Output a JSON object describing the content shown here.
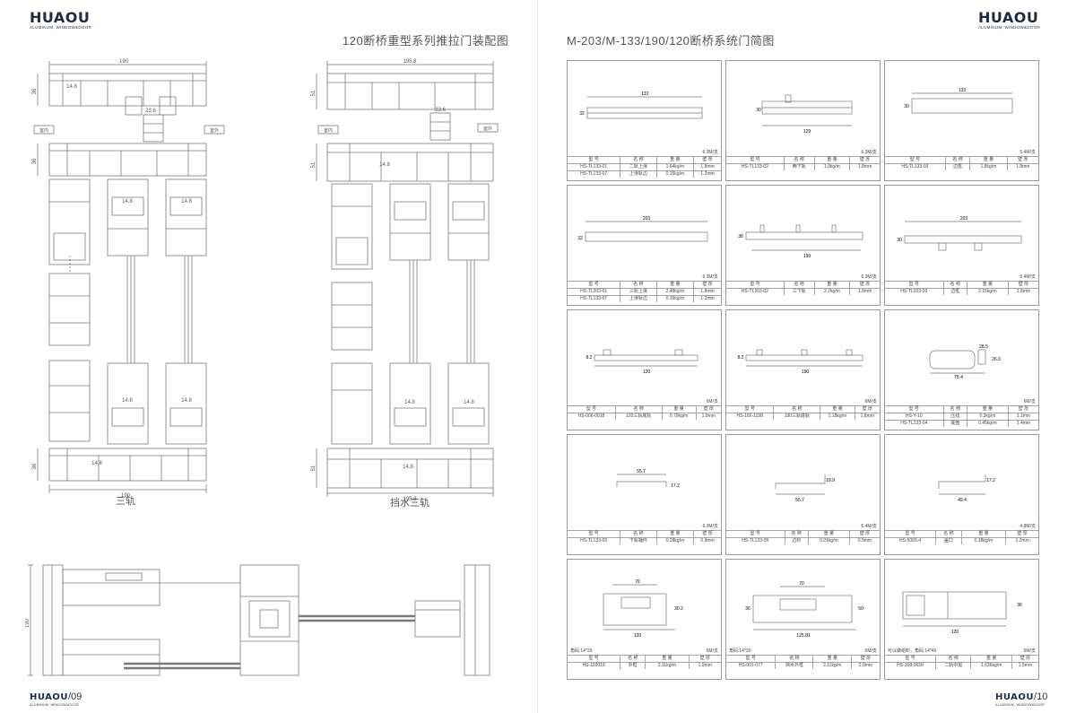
{
  "brand": {
    "name": "HUAOU",
    "tagline": "ALUMINUM, WINDOW&DOOR"
  },
  "left_page": {
    "title": "120断桥重型系列推拉门装配图",
    "page_number": "/09",
    "drawing_a": {
      "top_width": "190",
      "bottom_width": "190",
      "height_top": "36",
      "height_mid": "36",
      "height_bottom": "36",
      "dim_14_8": "14.8",
      "dim_23_6": "23.6",
      "indoor": "室内",
      "outdoor": "室外",
      "caption": "三轨"
    },
    "drawing_b": {
      "top_width": "195.8",
      "bottom_width": "195.8",
      "height_top": "51",
      "height_mid": "51",
      "height_bottom": "51",
      "dim_14_8": "14.8",
      "dim_23_6": "23.6",
      "indoor": "室内",
      "outdoor": "室外",
      "caption": "挡水三轨"
    },
    "drawing_c": {
      "height": "190"
    }
  },
  "right_page": {
    "title": "M-203/M-133/190/120断桥系统门简图",
    "page_number": "/10",
    "headers": [
      "型 号",
      "名 称",
      "重 量",
      "壁 厚"
    ],
    "profiles": [
      {
        "dims": [
          "133",
          "32"
        ],
        "unit": "6.3M/支",
        "note": "",
        "rows": [
          [
            "HS-TL133-01",
            "二轨上滑",
            "1.64kg/m",
            "1.8mm"
          ],
          [
            "HS-TL133-07",
            "上滑轨边",
            "0.15kg/m",
            "1.2mm"
          ]
        ]
      },
      {
        "dims": [
          "30",
          "129"
        ],
        "unit": "6.3M/支",
        "note": "",
        "rows": [
          [
            "HS-TL133-02",
            "两下轨",
            "1.9kg/m",
            "1.8mm"
          ]
        ]
      },
      {
        "dims": [
          "133",
          "30"
        ],
        "unit": "5.4M/支",
        "note": "",
        "rows": [
          [
            "HS-TL133-03",
            "边框",
            "1.8kg/m",
            "1.8mm"
          ]
        ]
      },
      {
        "dims": [
          "203",
          "32"
        ],
        "unit": "6.3M/支",
        "note": "",
        "rows": [
          [
            "HS-TL203-01",
            "三轨上滑",
            "2.48kg/m",
            "1.8mm"
          ],
          [
            "HS-TL133-07",
            "上滑轨边",
            "0.15kg/m",
            "1.2mm"
          ]
        ]
      },
      {
        "dims": [
          "38",
          "199"
        ],
        "unit": "6.3M/支",
        "note": "",
        "rows": [
          [
            "HS-TL203-02",
            "三下轨",
            "2.7kg/m",
            "1.8mm"
          ]
        ]
      },
      {
        "dims": [
          "203",
          "30"
        ],
        "unit": "5.4M/支",
        "note": "",
        "rows": [
          [
            "HS-TL203-03",
            "边框",
            "3.15kg/m",
            "1.8mm"
          ]
        ]
      },
      {
        "dims": [
          "8.2",
          "120"
        ],
        "unit": "6M/支",
        "note": "",
        "rows": [
          [
            "HS-006-0018",
            "120三轨底轨",
            "0.79kg/m",
            "1.8mm"
          ]
        ]
      },
      {
        "dims": [
          "8.2",
          "190"
        ],
        "unit": "6M/支",
        "note": "",
        "rows": [
          [
            "HS-166-1198",
            "190三轨底轨",
            "1.18kg/m",
            "1.8mm"
          ]
        ]
      },
      {
        "dims": [
          "28.5",
          "26.3",
          "75.4"
        ],
        "unit": "6M/支",
        "note": "",
        "rows": [
          [
            "HS-Y-10",
            "压线",
            "0.3kg/m",
            "1.1mm"
          ],
          [
            "HS-TL133-04",
            "底盘",
            "0.45kg/m",
            "1.4mm"
          ]
        ]
      },
      {
        "dims": [
          "55.7",
          "17.2"
        ],
        "unit": "6.3M/支",
        "note": "",
        "rows": [
          [
            "HS-TL133-05",
            "下轨辅件",
            "0.28kg/m",
            "0.9mm"
          ]
        ]
      },
      {
        "dims": [
          "19.9",
          "55.7"
        ],
        "unit": "5.4M/支",
        "note": "",
        "rows": [
          [
            "HS-TL133-06",
            "边封",
            "0.21kg/m",
            "0.9mm"
          ]
        ]
      },
      {
        "dims": [
          "17.2",
          "49.4"
        ],
        "unit": "4.8M/支",
        "note": "",
        "rows": [
          [
            "HS-5065-4",
            "盖口",
            "0.38kg/m",
            "1.2mm"
          ]
        ]
      },
      {
        "dims": [
          "70",
          "30.2",
          "120"
        ],
        "unit": "6M/支",
        "note": "角码:14*29",
        "rows": [
          [
            "HS-120018",
            "外框",
            "2.11kg/m",
            "1.9mm"
          ]
        ]
      },
      {
        "dims": [
          "70",
          "36",
          "50",
          "125.81"
        ],
        "unit": "6M/支",
        "note": "角码:14*29",
        "rows": [
          [
            "HS-001-077",
            "挡水外框",
            "2.11kg/m",
            "2.0mm"
          ]
        ]
      },
      {
        "dims": [
          "36",
          "120"
        ],
        "unit": "6M/支",
        "note": "可以做组料，角码:14*46",
        "rows": [
          [
            "HS-168-0658",
            "二轨中挺",
            "1.636kg/m",
            "1.5mm"
          ]
        ]
      }
    ]
  }
}
